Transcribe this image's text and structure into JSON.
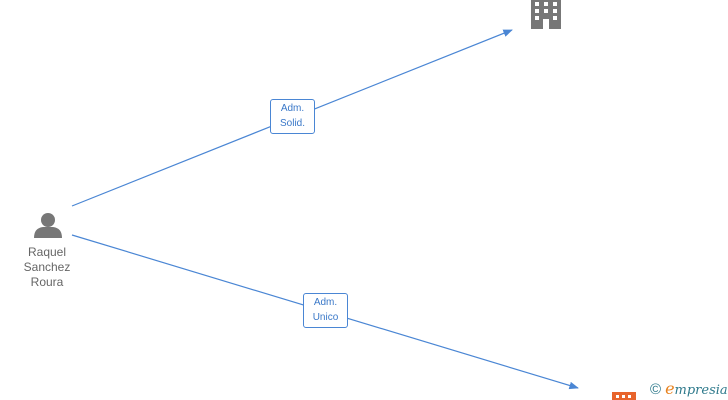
{
  "nodes": {
    "person": {
      "name_lines": [
        "Raquel",
        "Sanchez",
        "Roura"
      ],
      "icon": "person-icon",
      "color": "#777777"
    },
    "company_top": {
      "icon": "building-icon",
      "color": "#777777"
    },
    "company_bottom": {
      "icon": "building-icon",
      "color": "#e8642c"
    }
  },
  "edges": [
    {
      "from": "person",
      "to": "company_top",
      "label_lines": [
        "Adm.",
        "Solid."
      ]
    },
    {
      "from": "person",
      "to": "company_bottom",
      "label_lines": [
        "Adm.",
        "Unico"
      ]
    }
  ],
  "colors": {
    "edge": "#4a86d4"
  },
  "watermark": {
    "copyright": "©",
    "brand_first": "e",
    "brand_rest": "mpresia"
  }
}
